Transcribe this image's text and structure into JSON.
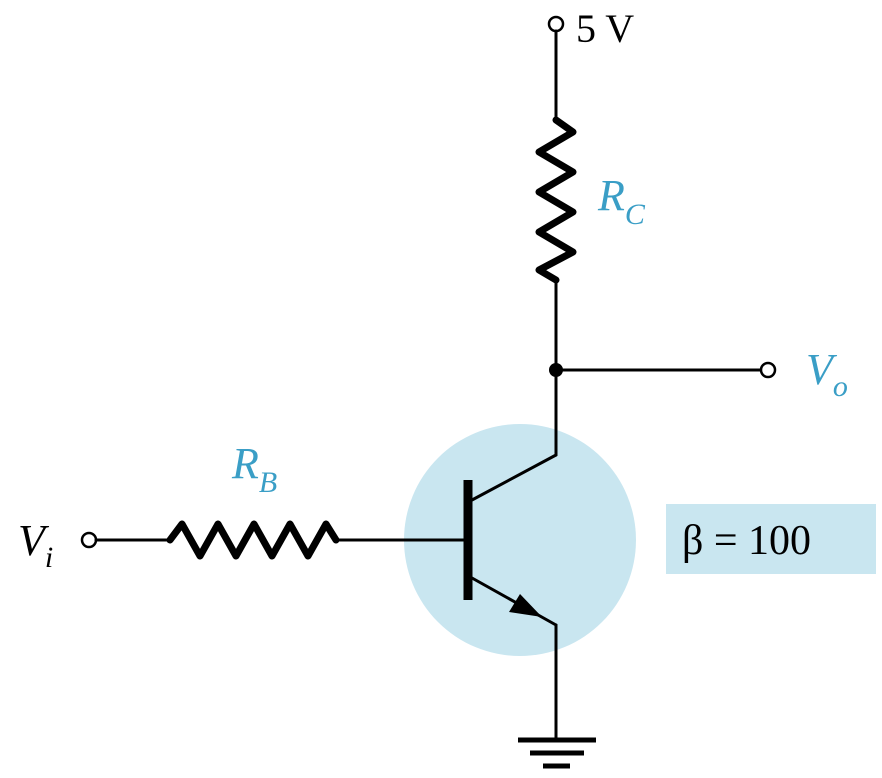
{
  "supply": {
    "label": "5 V"
  },
  "collector_resistor": {
    "name": "R",
    "subscript": "C"
  },
  "base_resistor": {
    "name": "R",
    "subscript": "B"
  },
  "input": {
    "name": "V",
    "subscript": "i"
  },
  "output": {
    "name": "V",
    "subscript": "o"
  },
  "transistor": {
    "gain_label": "β = 100"
  },
  "colors": {
    "label_accent": "#3a9ec6",
    "transistor_highlight": "#c9e6f0",
    "gain_box": "#c9e6f0",
    "wire": "#000000"
  }
}
